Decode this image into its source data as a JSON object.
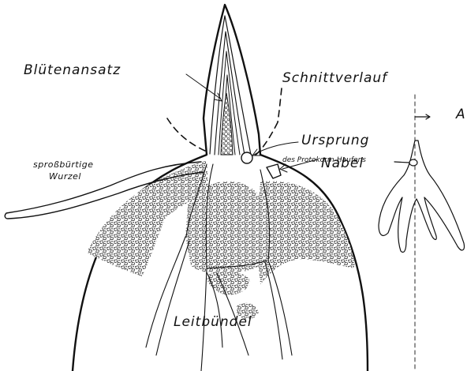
{
  "labels": {
    "bluetenansatz": "Blütenansatz",
    "schnittverlauf": "Schnittverlauf",
    "ursprung": "Ursprung",
    "protokorm": "des Protokorm-Haufens",
    "sprossbuertige": "sproßbürtige",
    "wurzel": "Wurzel",
    "nabel": "Nabel",
    "leitbuendel": "Leitbündel",
    "side_a": "A"
  },
  "colors": {
    "ink": "#111111",
    "paper": "#ffffff"
  }
}
